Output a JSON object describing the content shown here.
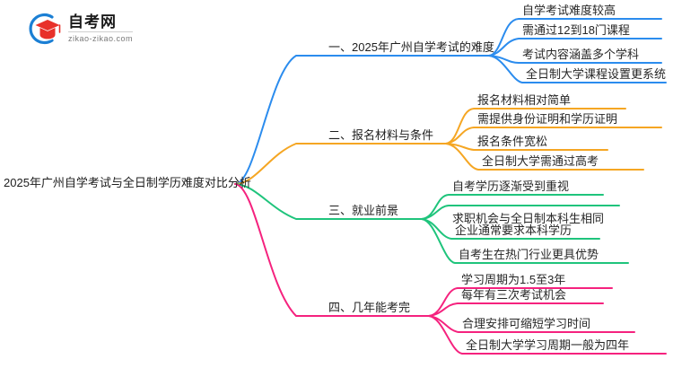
{
  "logo": {
    "icon": "graduation-cap-in-c-arc-logo",
    "title": "自考网",
    "url": "zikao-zikao.com",
    "arc_color": "#1b7fd4",
    "cap_color": "#e8312a"
  },
  "mindmap": {
    "root": {
      "label": "2025年广州自学考试与全日制学历难度对比分析"
    },
    "branches": [
      {
        "label": "一、2025年广州自学考试的难度",
        "color": "#2b8cee",
        "leaves": [
          "自学考试难度较高",
          "需通过12到18门课程",
          "考试内容涵盖多个学科",
          "全日制大学课程设置更系统"
        ]
      },
      {
        "label": "二、报名材料与条件",
        "color": "#f5a623",
        "leaves": [
          "报名材料相对简单",
          "需提供身份证明和学历证明",
          "报名条件宽松",
          "全日制大学需通过高考"
        ]
      },
      {
        "label": "三、就业前景",
        "color": "#1fc47c",
        "leaves": [
          "自考学历逐渐受到重视",
          "求职机会与全日制本科生相同",
          "企业通常要求本科学历",
          "自考生在热门行业更具优势"
        ]
      },
      {
        "label": "四、几年能考完",
        "color": "#f5227e",
        "leaves": [
          "学习周期为1.5至3年",
          "每年有三次考试机会",
          "合理安排可缩短学习时间",
          "全日制大学学习周期一般为四年"
        ]
      }
    ]
  }
}
